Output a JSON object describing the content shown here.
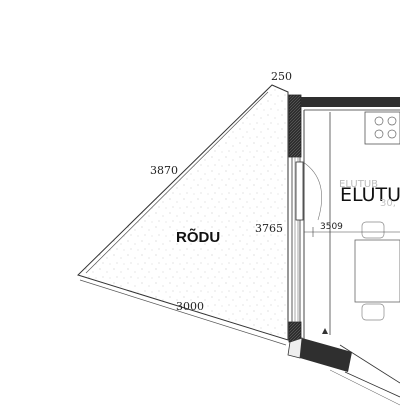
{
  "plan": {
    "dimensions": {
      "wall_thickness": "250",
      "left_edge": "3870",
      "inner_wall": "3765",
      "bottom_edge": "3000",
      "room_width": "3509"
    },
    "rooms": {
      "balcony": "RÕDU",
      "living": "ELUTU",
      "living_ghost": "ELUTUB",
      "living_area_ghost": "30,"
    },
    "colors": {
      "wall": "#2f2f2f",
      "line": "#333333",
      "stipple": "#b8b8b8"
    }
  }
}
